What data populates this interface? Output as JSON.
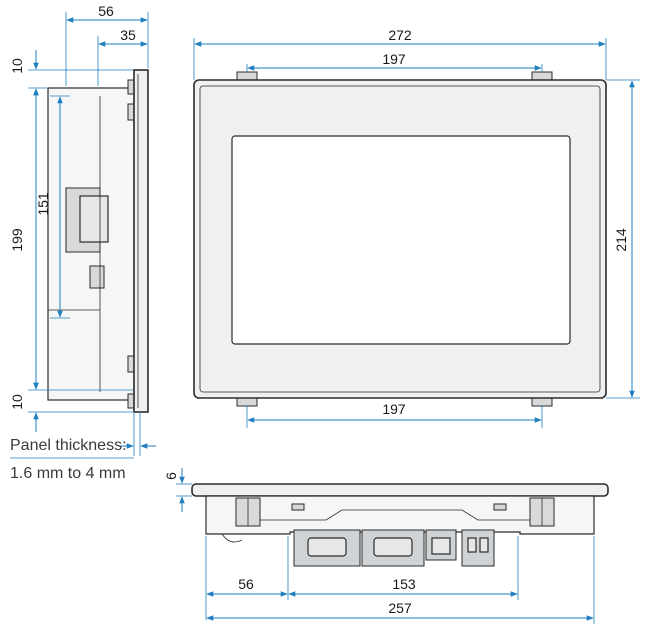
{
  "dimensions": {
    "side_depth_total": "56",
    "side_depth_body": "35",
    "front_width": "272",
    "front_clip_spacing_top": "197",
    "front_clip_spacing_bottom": "197",
    "front_height": "214",
    "side_top_margin": "10",
    "side_inner_height": "151",
    "side_total_height": "199",
    "side_bottom_margin": "10",
    "bottom_bezel_thickness": "6",
    "bottom_offset": "56",
    "bottom_connector_span": "153",
    "bottom_total_width": "257"
  },
  "note": {
    "line1": "Panel thickness:",
    "line2": "1.6 mm to 4 mm"
  },
  "colors": {
    "dimension": "#1f7fc0",
    "outline": "#2b2b2b"
  }
}
